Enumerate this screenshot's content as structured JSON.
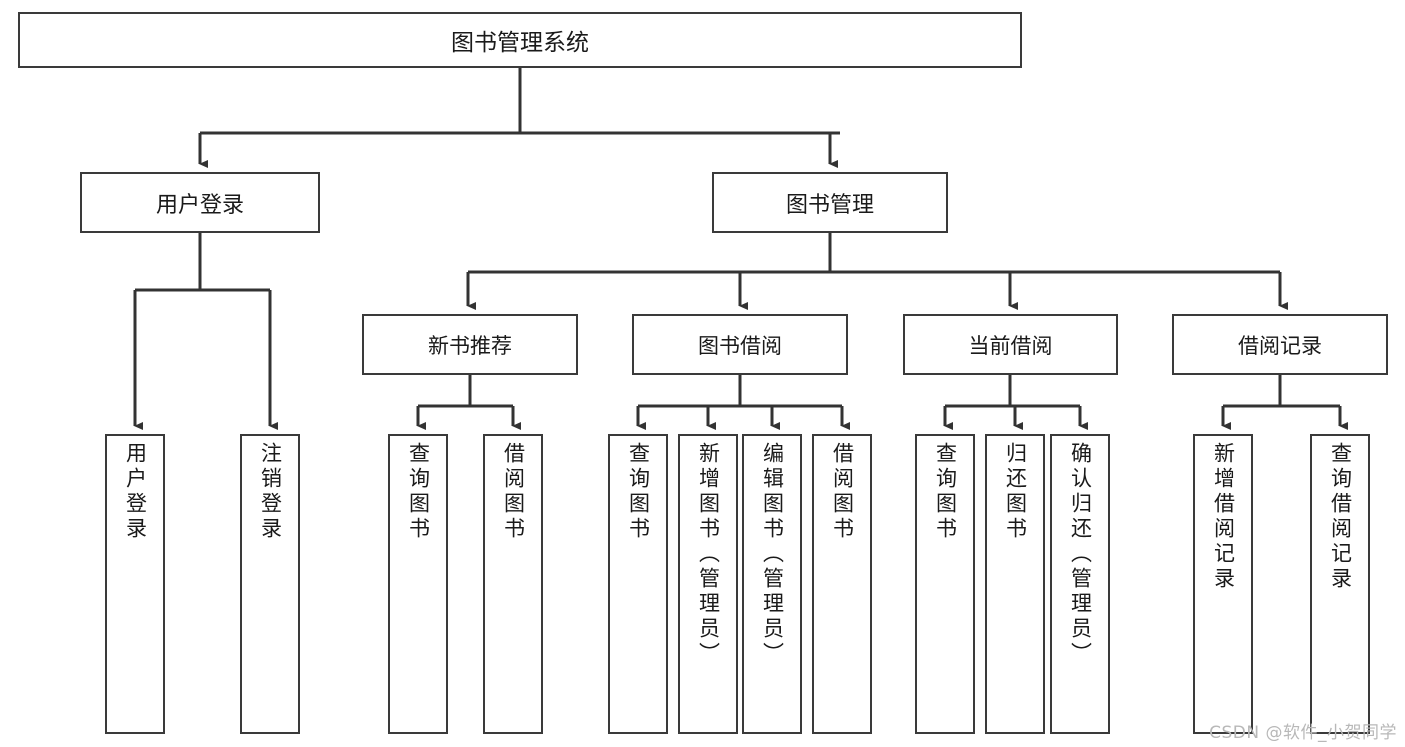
{
  "diagram": {
    "type": "tree-hierarchy-chart",
    "title": "图书管理系统",
    "orientation": "top-down",
    "colors": {
      "box_border": "#3a3a3a",
      "box_fill": "#ffffff",
      "connector": "#333333",
      "text": "#1a1a1a",
      "watermark": "#b8b8b8"
    }
  },
  "root": {
    "label": "图书管理系统"
  },
  "level2": [
    {
      "id": "user-login",
      "label": "用户登录"
    },
    {
      "id": "book-manage",
      "label": "图书管理"
    }
  ],
  "level3": [
    {
      "id": "new-book-recommend",
      "label": "新书推荐"
    },
    {
      "id": "book-borrow",
      "label": "图书借阅"
    },
    {
      "id": "current-borrow",
      "label": "当前借阅"
    },
    {
      "id": "borrow-record",
      "label": "借阅记录"
    }
  ],
  "leaves": {
    "user-login": [
      {
        "id": "leaf-user-login",
        "label": "用户登录"
      },
      {
        "id": "leaf-logout-login",
        "label": "注销登录"
      }
    ],
    "new-book-recommend": [
      {
        "id": "leaf-query-book-1",
        "label": "查询图书"
      },
      {
        "id": "leaf-borrow-book-1",
        "label": "借阅图书"
      }
    ],
    "book-borrow": [
      {
        "id": "leaf-query-book-2",
        "label": "查询图书"
      },
      {
        "id": "leaf-add-book",
        "label": "新增图书（管理员）"
      },
      {
        "id": "leaf-edit-book",
        "label": "编辑图书（管理员）"
      },
      {
        "id": "leaf-borrow-book-2",
        "label": "借阅图书"
      }
    ],
    "current-borrow": [
      {
        "id": "leaf-query-book-3",
        "label": "查询图书"
      },
      {
        "id": "leaf-return-book",
        "label": "归还图书"
      },
      {
        "id": "leaf-confirm-return",
        "label": "确认归还（管理员）"
      }
    ],
    "borrow-record": [
      {
        "id": "leaf-add-record",
        "label": "新增借阅记录"
      },
      {
        "id": "leaf-query-record",
        "label": "查询借阅记录"
      }
    ]
  },
  "watermark": {
    "text": "CSDN @软件_小贺同学"
  }
}
